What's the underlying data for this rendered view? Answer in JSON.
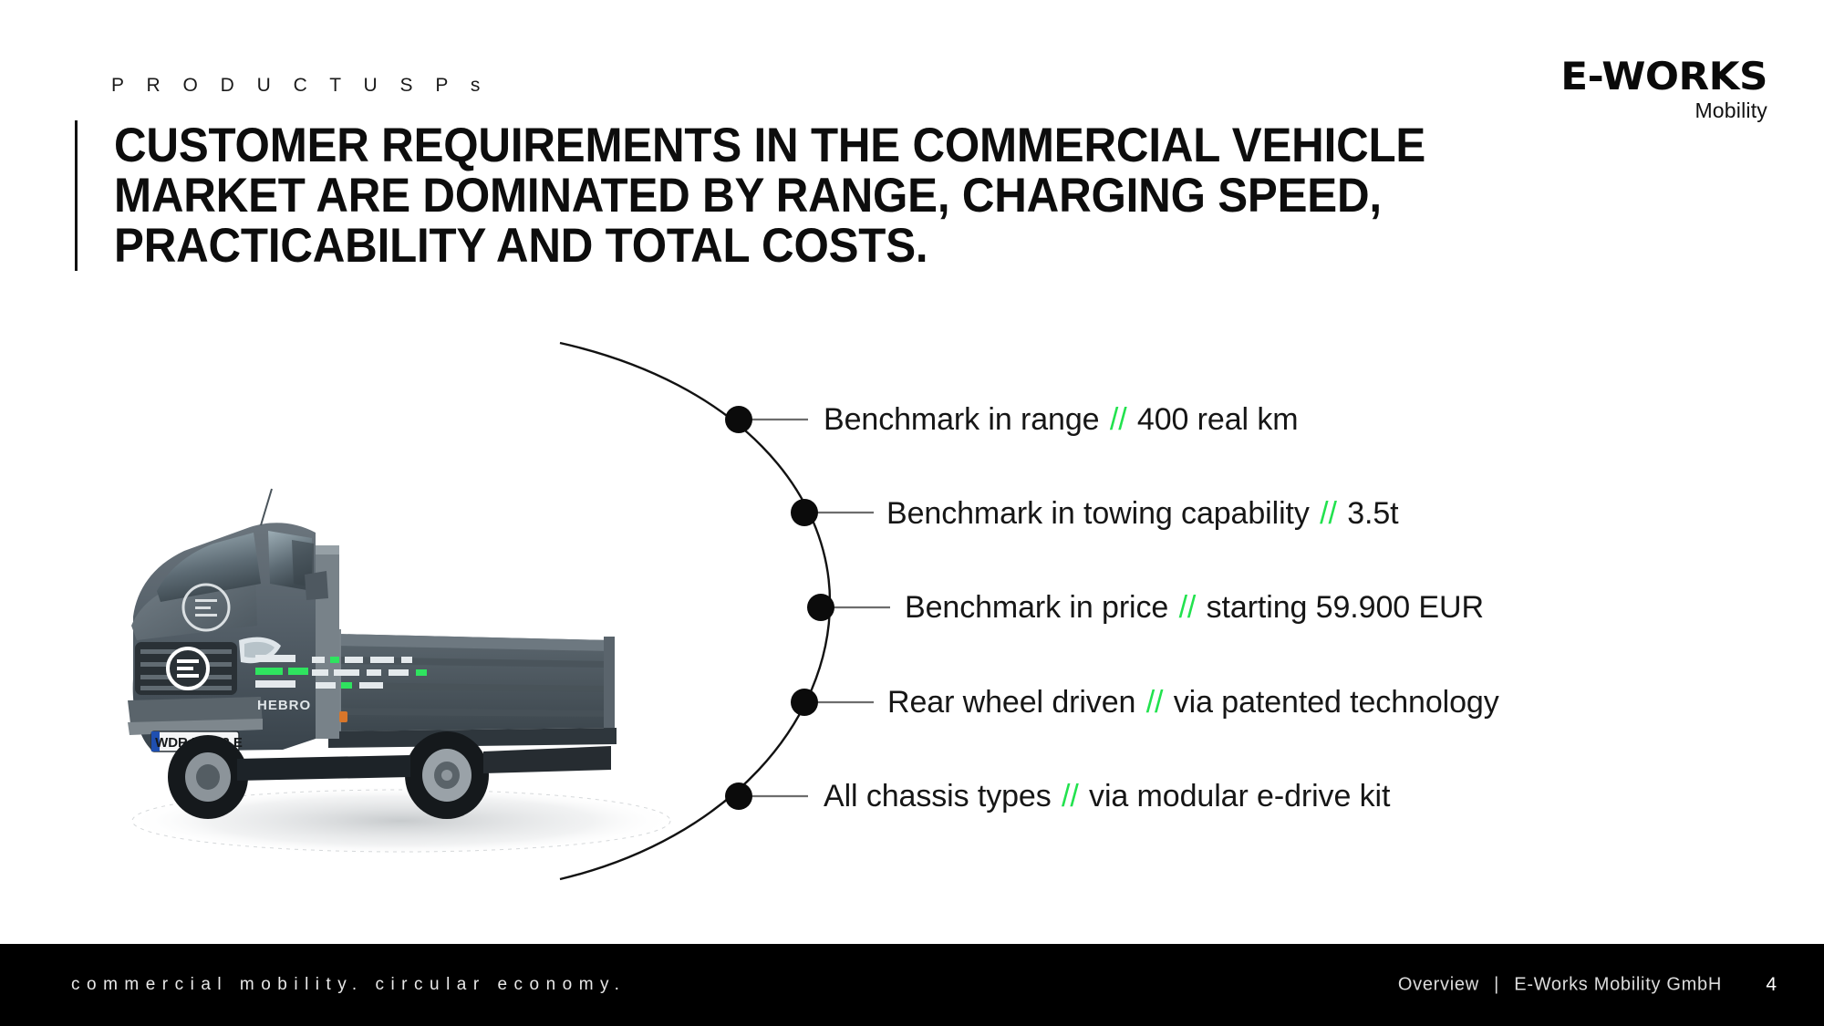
{
  "slide": {
    "eyebrow": "P R O D U C T   U S P s",
    "title_lines": [
      "CUSTOMER REQUIREMENTS IN THE COMMERCIAL VEHICLE",
      "MARKET ARE DOMINATED BY RANGE, CHARGING SPEED,",
      "PRACTICABILITY AND TOTAL COSTS."
    ],
    "accent_color": "#22e24e",
    "text_color": "#161616",
    "footer_bg": "#000000"
  },
  "logo": {
    "main": "E-WORKS",
    "sub": "Mobility"
  },
  "bullets": [
    {
      "label": "Benchmark in range",
      "sep": "//",
      "value": "400 real km"
    },
    {
      "label": "Benchmark in towing capability",
      "sep": "//",
      "value": "3.5t"
    },
    {
      "label": "Benchmark in price",
      "sep": "//",
      "value": "starting 59.900 EUR"
    },
    {
      "label": "Rear wheel driven",
      "sep": "//",
      "value": "via patented technology"
    },
    {
      "label": "All chassis types",
      "sep": "//",
      "value": "via modular e-drive kit"
    }
  ],
  "vehicle": {
    "license_plate": "WDR KS 22 E",
    "body_badge": "HEBRO",
    "emblem": "E3"
  },
  "footer": {
    "tagline": "commercial mobility. circular economy.",
    "section": "Overview",
    "divider": "|",
    "company": "E-Works Mobility GmbH",
    "page_number": "4"
  }
}
